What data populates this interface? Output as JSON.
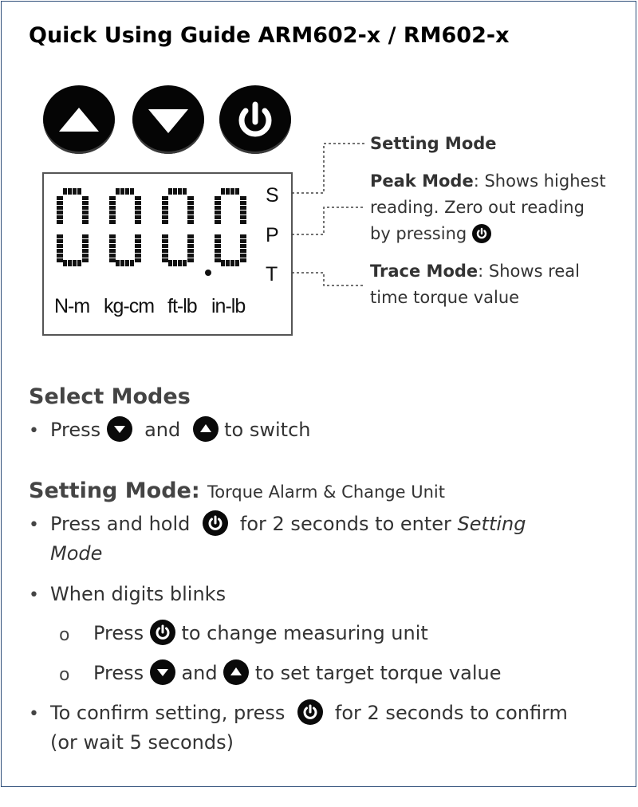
{
  "title": "Quick Using Guide ARM602-x / RM602-x",
  "buttons": [
    {
      "name": "up",
      "icon": "up-triangle-icon"
    },
    {
      "name": "down",
      "icon": "down-triangle-icon"
    },
    {
      "name": "power",
      "icon": "power-icon"
    }
  ],
  "display": {
    "digits": "0000",
    "mode_letters": [
      "S",
      "P",
      "T"
    ],
    "units": [
      "N-m",
      "kg-cm",
      "ft-lb",
      "in-lb"
    ]
  },
  "annotations": {
    "setting": {
      "label": "Setting Mode"
    },
    "peak": {
      "label": "Peak Mode",
      "text1": ": Shows highest",
      "text2": "reading. Zero out reading",
      "text3": "by pressing"
    },
    "trace": {
      "label": "Trace Mode",
      "text1": ": Shows real",
      "text2": "time torque value"
    }
  },
  "select_modes": {
    "heading": "Select Modes",
    "bullet": "•",
    "press": "Press",
    "and": "and",
    "to_switch": "to switch"
  },
  "setting_mode": {
    "heading": "Setting Mode:",
    "subheading": "Torque Alarm & Change Unit",
    "item1_a": "Press and hold",
    "item1_b": "for 2 seconds to enter",
    "item1_c": "Setting",
    "item1_d": "Mode",
    "item2": "When digits blinks",
    "circle": "o",
    "sub1_a": "Press",
    "sub1_b": "to change measuring unit",
    "sub2_a": "Press",
    "sub2_b": "and",
    "sub2_c": "to set target torque value",
    "item3_a": "To confirm setting, press",
    "item3_b": "for 2 seconds to confirm",
    "item3_c": "(or wait 5 seconds)"
  },
  "colors": {
    "frame": "#2f4f7a",
    "button": "#050505",
    "text": "#333333"
  }
}
